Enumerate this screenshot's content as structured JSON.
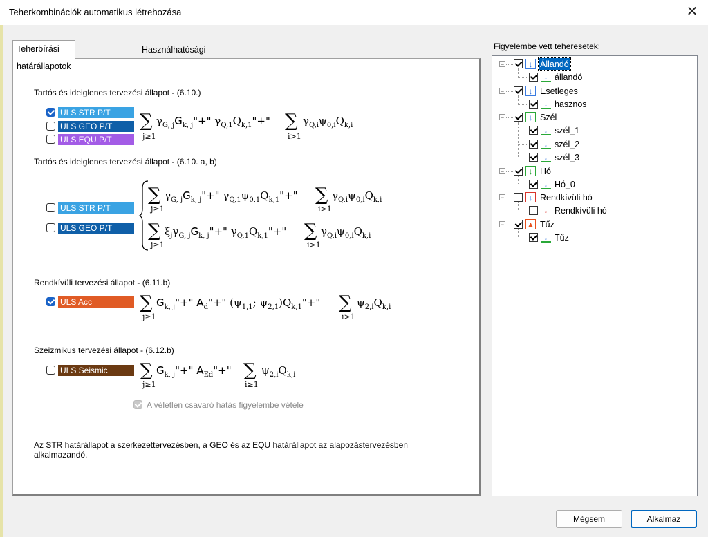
{
  "window": {
    "title": "Teherkombinációk automatikus létrehozása",
    "close_glyph": "✕"
  },
  "tabs": [
    {
      "label": "Teherbírási határállapotok",
      "active": true
    },
    {
      "label": "Használhatósági határállapotok",
      "active": false
    }
  ],
  "sections": {
    "s610": "Tartós és ideiglenes tervezési állapot - (6.10.)",
    "s610ab": "Tartós és ideiglenes tervezési állapot - (6.10. a, b)",
    "s611": "Rendkívüli tervezési állapot - (6.11.b)",
    "s612": "Szeizmikus tervezési állapot - (6.12.b)"
  },
  "checks": [
    {
      "label": "ULS STR P/T",
      "checked": true,
      "color": "#3aa3e3"
    },
    {
      "label": "ULS GEO P/T",
      "checked": false,
      "color": "#0f5fa8"
    },
    {
      "label": "ULS EQU P/T",
      "checked": false,
      "color": "#a35ce6"
    },
    {
      "label": "ULS STR P/T",
      "checked": false,
      "color": "#3aa3e3"
    },
    {
      "label": "ULS GEO P/T",
      "checked": false,
      "color": "#0f5fa8"
    },
    {
      "label": "ULS Acc",
      "checked": true,
      "color": "#e05b25"
    },
    {
      "label": "ULS Seismic",
      "checked": false,
      "color": "#6b3a12"
    }
  ],
  "torsion": {
    "label": "A véletlen csavaró hatás figyelembe vétele",
    "checked": true,
    "disabled": true
  },
  "note": "Az STR határállapot a szerkezettervezésben, a GEO és az EQU határállapot az alapozástervezésben alkalmazandó.",
  "tree": {
    "label": "Figyelembe vett teheresetek:",
    "groups": [
      {
        "label": "Állandó",
        "checked": true,
        "selected": true,
        "icon": "arrow-down-icon",
        "icon_color": "#3a7be0",
        "items": [
          {
            "label": "állandó",
            "checked": true
          }
        ]
      },
      {
        "label": "Esetleges",
        "checked": true,
        "icon": "arrow-down-icon",
        "icon_color": "#3a7be0",
        "items": [
          {
            "label": "hasznos",
            "checked": true
          }
        ]
      },
      {
        "label": "Szél",
        "checked": true,
        "icon": "arrow-down-icon",
        "icon_color": "#2aa838",
        "items": [
          {
            "label": "szél_1",
            "checked": true
          },
          {
            "label": "szél_2",
            "checked": true
          },
          {
            "label": "szél_3",
            "checked": true
          }
        ]
      },
      {
        "label": "Hó",
        "checked": true,
        "icon": "arrow-down-icon",
        "icon_color": "#2aa838",
        "items": [
          {
            "label": "Hó_0",
            "checked": true
          }
        ]
      },
      {
        "label": "Rendkívüli hó",
        "checked": false,
        "icon": "arrow-down-icon",
        "icon_color": "#d9342b",
        "items": [
          {
            "label": "Rendkívüli hó",
            "checked": false
          }
        ]
      },
      {
        "label": "Tűz",
        "checked": true,
        "icon": "fire-icon",
        "icon_color": "#e8501e",
        "items": [
          {
            "label": "Tűz",
            "checked": true
          }
        ]
      }
    ]
  },
  "buttons": {
    "cancel": "Mégsem",
    "apply": "Alkalmaz"
  }
}
